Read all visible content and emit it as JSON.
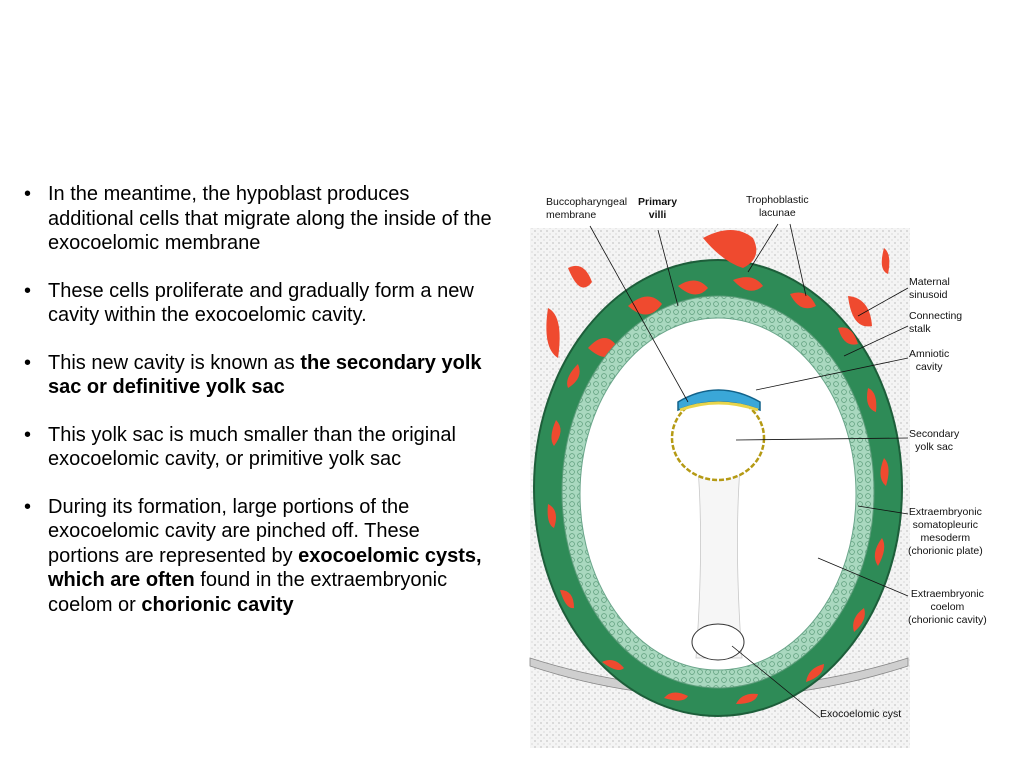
{
  "slide": {
    "bullets": [
      {
        "parts": [
          {
            "text": "In the meantime, the hypoblast produces additional cells that migrate along the inside of the exocoelomic membrane",
            "bold": false
          }
        ]
      },
      {
        "parts": [
          {
            "text": "These cells proliferate and gradually form a new cavity within the exocoelomic cavity.",
            "bold": false
          }
        ]
      },
      {
        "parts": [
          {
            "text": "This new cavity is known as ",
            "bold": false
          },
          {
            "text": "the secondary yolk sac or definitive yolk sac",
            "bold": true
          }
        ]
      },
      {
        "parts": [
          {
            "text": "This yolk sac is much smaller than the original exocoelomic cavity, or primitive yolk sac",
            "bold": false
          }
        ]
      },
      {
        "parts": [
          {
            "text": "During its formation, large portions of the exocoelomic cavity are pinched off. These portions are represented by ",
            "bold": false
          },
          {
            "text": "exocoelomic cysts, which are often",
            "bold": true
          },
          {
            "text": " found in the extraembryonic coelom or ",
            "bold": false
          },
          {
            "text": "chorionic cavity",
            "bold": true
          }
        ]
      }
    ]
  },
  "diagram": {
    "labels": {
      "buccopharyngeal": "Buccopharyngeal\nmembrane",
      "primary_villi": "Primary\nvilli",
      "trophoblastic_lacunae": "Trophoblastic\nlacunae",
      "maternal_sinusoid": "Maternal\nsinusoid",
      "connecting_stalk": "Connecting\nstalk",
      "amniotic_cavity": "Amniotic\ncavity",
      "secondary_yolk_sac": "Secondary\nyolk sac",
      "extraembryonic_mesoderm": "Extraembryonic\nsomatopleuric\nmesoderm\n(chorionic plate)",
      "extraembryonic_coelom": "Extraembryonic\ncoelom\n(chorionic cavity)",
      "exocoelomic_cyst": "Exocoelomic cyst"
    },
    "colors": {
      "trophoblast": "#2e8b57",
      "lacunae": "#ef4a2f",
      "mesoderm": "#a9d8bf",
      "endometrium": "#ececec",
      "amnion_epiblast": "#3aa7d8",
      "hypoblast": "#e8d44a"
    }
  }
}
